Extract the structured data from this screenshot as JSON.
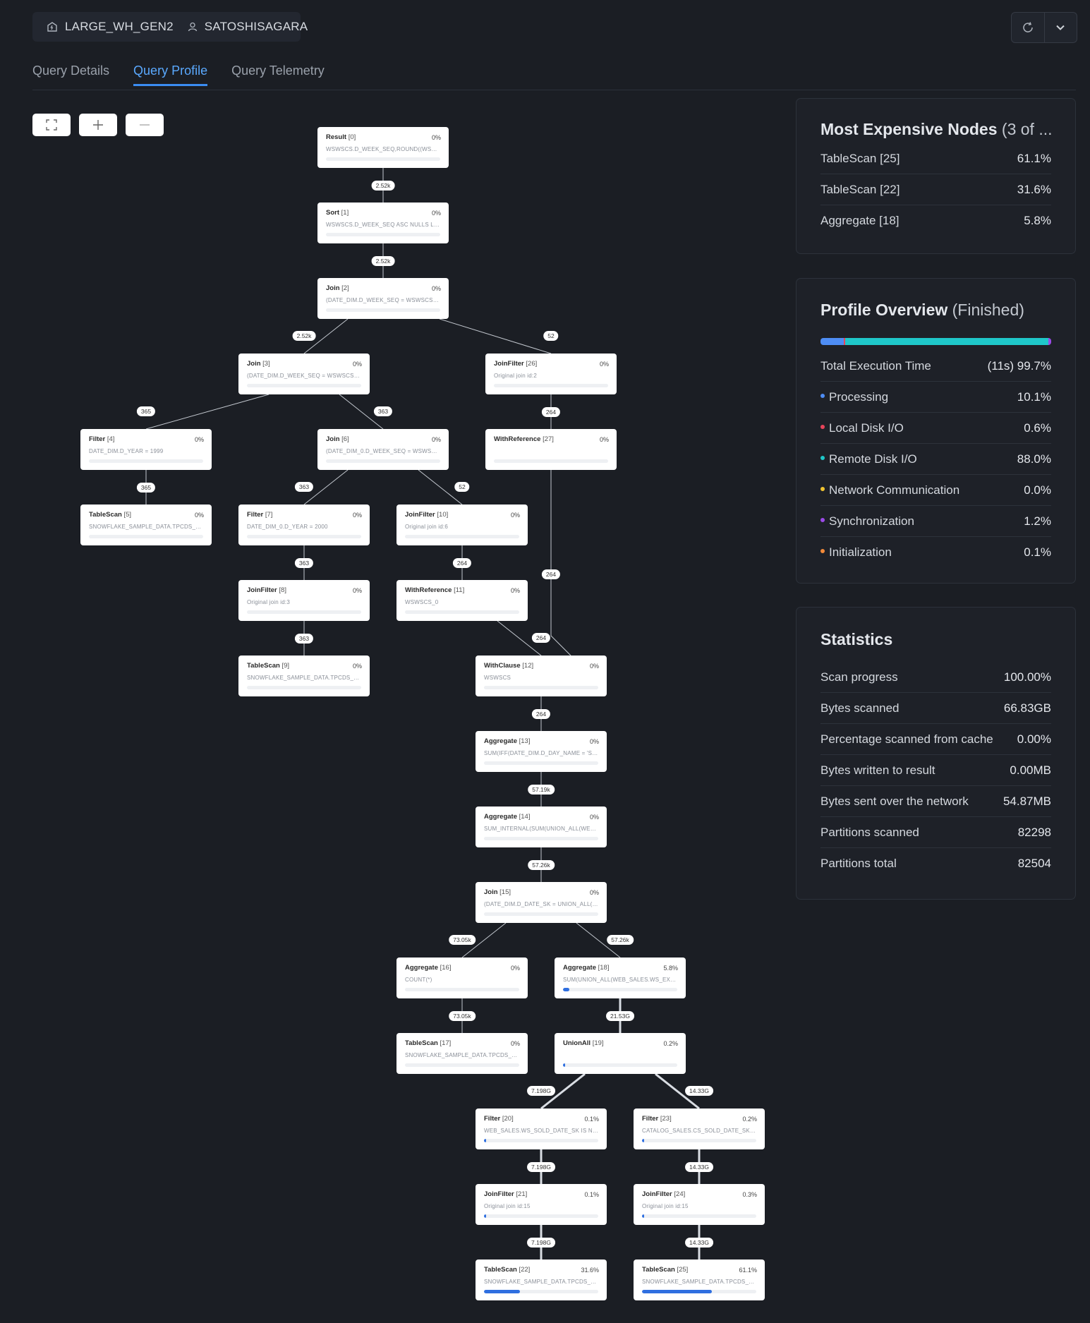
{
  "header": {
    "warehouse": "LARGE_WH_GEN2",
    "user": "SATOSHISAGARA"
  },
  "tabs": [
    {
      "label": "Query Details",
      "active": false
    },
    {
      "label": "Query Profile",
      "active": true
    },
    {
      "label": "Query Telemetry",
      "active": false
    }
  ],
  "graph": {
    "nodes": [
      {
        "id": 0,
        "name": "Result",
        "pct": "0%",
        "detail": "WSWSCS.D_WEEK_SEQ,ROUND((WSWS...",
        "bar": 0
      },
      {
        "id": 1,
        "name": "Sort",
        "pct": "0%",
        "detail": "WSWSCS.D_WEEK_SEQ ASC NULLS LA...",
        "bar": 0
      },
      {
        "id": 2,
        "name": "Join",
        "pct": "0%",
        "detail": "(DATE_DIM.D_WEEK_SEQ = WSWSCS.D...",
        "bar": 0
      },
      {
        "id": 3,
        "name": "Join",
        "pct": "0%",
        "detail": "(DATE_DIM.D_WEEK_SEQ = WSWSCS_0...",
        "bar": 0
      },
      {
        "id": 26,
        "name": "JoinFilter",
        "pct": "0%",
        "detail": "Original join id:2",
        "bar": 0
      },
      {
        "id": 4,
        "name": "Filter",
        "pct": "0%",
        "detail": "DATE_DIM.D_YEAR = 1999",
        "bar": 0
      },
      {
        "id": 6,
        "name": "Join",
        "pct": "0%",
        "detail": "(DATE_DIM_0.D_WEEK_SEQ = WSWSCS...",
        "bar": 0
      },
      {
        "id": 27,
        "name": "WithReference",
        "pct": "0%",
        "detail": "",
        "bar": 0
      },
      {
        "id": 5,
        "name": "TableScan",
        "pct": "0%",
        "detail": "SNOWFLAKE_SAMPLE_DATA.TPCDS_SF...",
        "bar": 0
      },
      {
        "id": 7,
        "name": "Filter",
        "pct": "0%",
        "detail": "DATE_DIM_0.D_YEAR = 2000",
        "bar": 0
      },
      {
        "id": 10,
        "name": "JoinFilter",
        "pct": "0%",
        "detail": "Original join id:6",
        "bar": 0
      },
      {
        "id": 8,
        "name": "JoinFilter",
        "pct": "0%",
        "detail": "Original join id:3",
        "bar": 0
      },
      {
        "id": 11,
        "name": "WithReference",
        "pct": "0%",
        "detail": "WSWSCS_0",
        "bar": 0
      },
      {
        "id": 9,
        "name": "TableScan",
        "pct": "0%",
        "detail": "SNOWFLAKE_SAMPLE_DATA.TPCDS_SF...",
        "bar": 0
      },
      {
        "id": 12,
        "name": "WithClause",
        "pct": "0%",
        "detail": "WSWSCS",
        "bar": 0
      },
      {
        "id": 13,
        "name": "Aggregate",
        "pct": "0%",
        "detail": "SUM(IFF(DATE_DIM.D_DAY_NAME = 'Su...",
        "bar": 0
      },
      {
        "id": 14,
        "name": "Aggregate",
        "pct": "0%",
        "detail": "SUM_INTERNAL(SUM(UNION_ALL(WEB...",
        "bar": 0
      },
      {
        "id": 15,
        "name": "Join",
        "pct": "0%",
        "detail": "(DATE_DIM.D_DATE_SK = UNION_ALL(W...",
        "bar": 0
      },
      {
        "id": 16,
        "name": "Aggregate",
        "pct": "0%",
        "detail": "COUNT(*)",
        "bar": 0
      },
      {
        "id": 18,
        "name": "Aggregate",
        "pct": "5.8%",
        "detail": "SUM(UNION_ALL(WEB_SALES.WS_EXT_...",
        "bar": 0.058
      },
      {
        "id": 17,
        "name": "TableScan",
        "pct": "0%",
        "detail": "SNOWFLAKE_SAMPLE_DATA.TPCDS_SF...",
        "bar": 0
      },
      {
        "id": 19,
        "name": "UnionAll",
        "pct": "0.2%",
        "detail": "",
        "bar": 0.002
      },
      {
        "id": 20,
        "name": "Filter",
        "pct": "0.1%",
        "detail": "WEB_SALES.WS_SOLD_DATE_SK IS NO...",
        "bar": 0.001
      },
      {
        "id": 23,
        "name": "Filter",
        "pct": "0.2%",
        "detail": "CATALOG_SALES.CS_SOLD_DATE_SK IS...",
        "bar": 0.002
      },
      {
        "id": 21,
        "name": "JoinFilter",
        "pct": "0.1%",
        "detail": "Original join id:15",
        "bar": 0.001
      },
      {
        "id": 24,
        "name": "JoinFilter",
        "pct": "0.3%",
        "detail": "Original join id:15",
        "bar": 0.003
      },
      {
        "id": 22,
        "name": "TableScan",
        "pct": "31.6%",
        "detail": "SNOWFLAKE_SAMPLE_DATA.TPCDS_SF...",
        "bar": 0.316
      },
      {
        "id": 25,
        "name": "TableScan",
        "pct": "61.1%",
        "detail": "SNOWFLAKE_SAMPLE_DATA.TPCDS_SF...",
        "bar": 0.611
      }
    ],
    "edges": [
      {
        "from": 1,
        "to": 0,
        "rows": "2.52k"
      },
      {
        "from": 2,
        "to": 1,
        "rows": "2.52k"
      },
      {
        "from": 3,
        "to": 2,
        "rows": "2.52k"
      },
      {
        "from": 26,
        "to": 2,
        "rows": "52"
      },
      {
        "from": 4,
        "to": 3,
        "rows": "365"
      },
      {
        "from": 6,
        "to": 3,
        "rows": "363"
      },
      {
        "from": 27,
        "to": 26,
        "rows": "264"
      },
      {
        "from": 5,
        "to": 4,
        "rows": "365"
      },
      {
        "from": 7,
        "to": 6,
        "rows": "363"
      },
      {
        "from": 10,
        "to": 6,
        "rows": "52"
      },
      {
        "from": 8,
        "to": 7,
        "rows": "363"
      },
      {
        "from": 11,
        "to": 10,
        "rows": "264"
      },
      {
        "from": 12,
        "to": 27,
        "rows": "264"
      },
      {
        "from": 9,
        "to": 8,
        "rows": "363"
      },
      {
        "from": 12,
        "to": 11,
        "rows": "264"
      },
      {
        "from": 13,
        "to": 12,
        "rows": "264"
      },
      {
        "from": 14,
        "to": 13,
        "rows": "57.19k"
      },
      {
        "from": 15,
        "to": 14,
        "rows": "57.26k"
      },
      {
        "from": 16,
        "to": 15,
        "rows": "73.05k"
      },
      {
        "from": 18,
        "to": 15,
        "rows": "57.26k"
      },
      {
        "from": 17,
        "to": 16,
        "rows": "73.05k"
      },
      {
        "from": 19,
        "to": 18,
        "rows": "21.53G"
      },
      {
        "from": 20,
        "to": 19,
        "rows": "7.198G"
      },
      {
        "from": 23,
        "to": 19,
        "rows": "14.33G"
      },
      {
        "from": 21,
        "to": 20,
        "rows": "7.198G"
      },
      {
        "from": 24,
        "to": 23,
        "rows": "14.33G"
      },
      {
        "from": 22,
        "to": 21,
        "rows": "7.198G"
      },
      {
        "from": 25,
        "to": 24,
        "rows": "14.33G"
      }
    ]
  },
  "expensive": {
    "title": "Most Expensive Nodes",
    "subtitle": "(3 of ...",
    "rows": [
      {
        "label": "TableScan [25]",
        "value": "61.1%"
      },
      {
        "label": "TableScan [22]",
        "value": "31.6%"
      },
      {
        "label": "Aggregate [18]",
        "value": "5.8%"
      }
    ]
  },
  "overview": {
    "title": "Profile Overview",
    "subtitle": "(Finished)",
    "total_label": "Total Execution Time",
    "total_value": "(11s) 99.7%",
    "rows": [
      {
        "label": "Processing",
        "value": "10.1%",
        "color": "#4e8df5",
        "share": 0.101
      },
      {
        "label": "Local Disk I/O",
        "value": "0.6%",
        "color": "#e8455b",
        "share": 0.006
      },
      {
        "label": "Remote Disk I/O",
        "value": "88.0%",
        "color": "#1fc7c9",
        "share": 0.88
      },
      {
        "label": "Network Communication",
        "value": "0.0%",
        "color": "#f0c330",
        "share": 0.0
      },
      {
        "label": "Synchronization",
        "value": "1.2%",
        "color": "#9b4ae8",
        "share": 0.012
      },
      {
        "label": "Initialization",
        "value": "0.1%",
        "color": "#f38a3a",
        "share": 0.001
      }
    ]
  },
  "statistics": {
    "title": "Statistics",
    "rows": [
      {
        "label": "Scan progress",
        "value": "100.00%"
      },
      {
        "label": "Bytes scanned",
        "value": "66.83GB"
      },
      {
        "label": "Percentage scanned from cache",
        "value": "0.00%"
      },
      {
        "label": "Bytes written to result",
        "value": "0.00MB"
      },
      {
        "label": "Bytes sent over the network",
        "value": "54.87MB"
      },
      {
        "label": "Partitions scanned",
        "value": "82298"
      },
      {
        "label": "Partitions total",
        "value": "82504"
      }
    ]
  }
}
